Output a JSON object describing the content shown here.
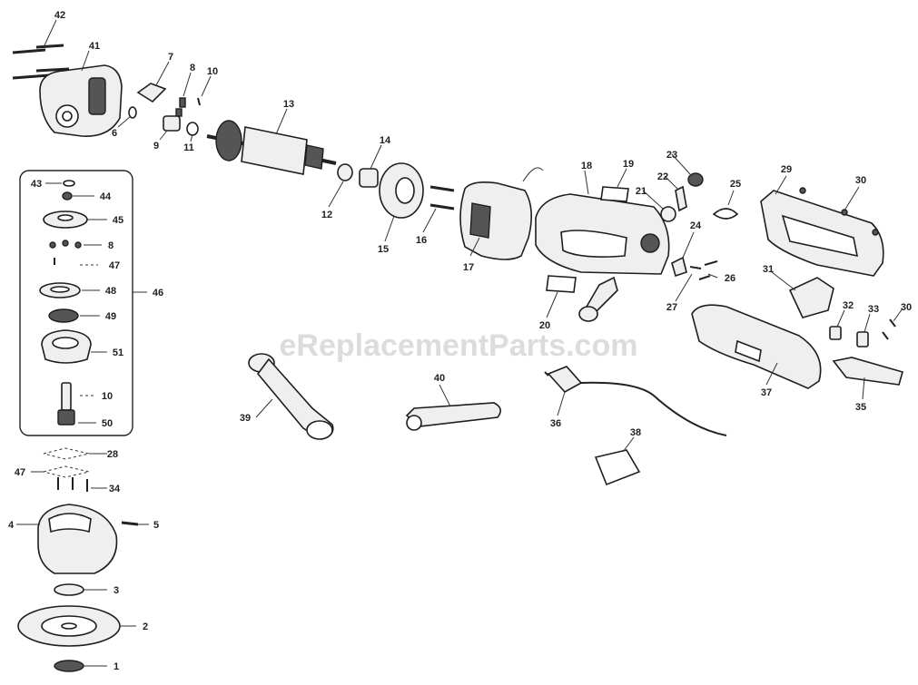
{
  "watermark": "eReplacementParts.com",
  "labels": {
    "l42": "42",
    "l41": "41",
    "l7": "7",
    "l8a": "8",
    "l10a": "10",
    "l13": "13",
    "l6": "6",
    "l9": "9",
    "l11": "11",
    "l14": "14",
    "l12": "12",
    "l15": "15",
    "l16": "16",
    "l17": "17",
    "l18": "18",
    "l19": "19",
    "l23": "23",
    "l22": "22",
    "l21": "21",
    "l20": "20",
    "l24": "24",
    "l25": "25",
    "l26": "26",
    "l27": "27",
    "l29": "29",
    "l30a": "30",
    "l31": "31",
    "l32": "32",
    "l33": "33",
    "l30b": "30",
    "l35": "35",
    "l37": "37",
    "l36": "36",
    "l38": "38",
    "l39": "39",
    "l40": "40",
    "l43": "43",
    "l44": "44",
    "l45": "45",
    "l8b": "8",
    "l47a": "47",
    "l48": "48",
    "l46": "46",
    "l49": "49",
    "l51": "51",
    "l10b": "10",
    "l50": "50",
    "l28": "28",
    "l47b": "47",
    "l34": "34",
    "l4": "4",
    "l5": "5",
    "l3": "3",
    "l2": "2",
    "l1": "1"
  }
}
